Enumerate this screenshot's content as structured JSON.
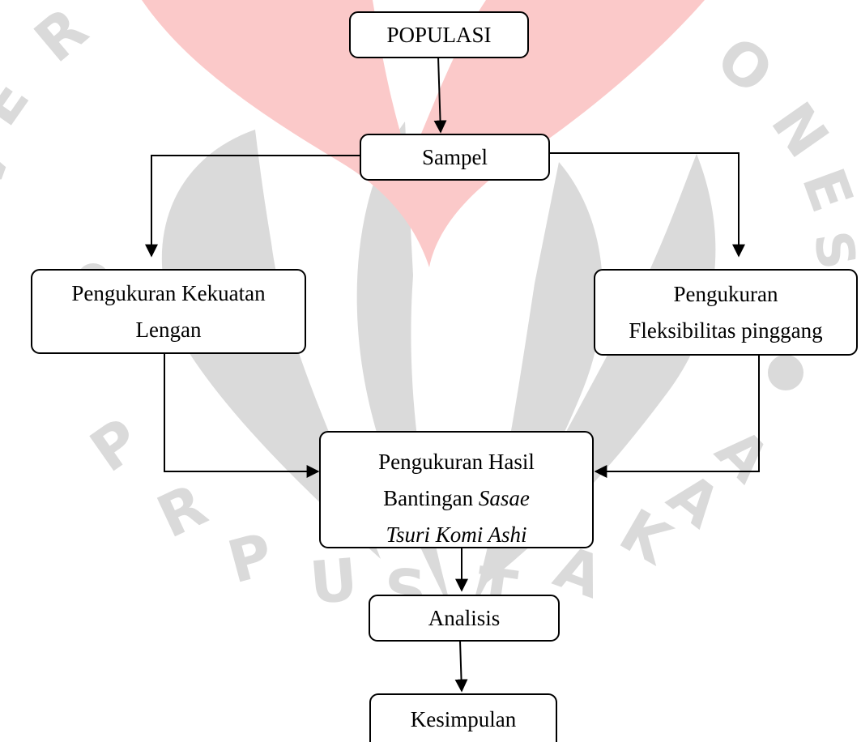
{
  "colors": {
    "box_border": "#000000",
    "arrow": "#000000",
    "watermark_red": "#fbc9c9",
    "watermark_gray": "#dadada"
  },
  "watermark": {
    "text_top": "UNIVERSITAS PENDIDIKAN INDONESIA",
    "text_bottom": "PERPUSTAKAAN",
    "note": "faded university seal behind the diagram"
  },
  "nodes": {
    "populasi": {
      "text": "POPULASI"
    },
    "sampel": {
      "text": "Sampel"
    },
    "kekuatan": {
      "line1": "Pengukuran Kekuatan",
      "line2": "Lengan"
    },
    "fleksibilitas": {
      "line1": "Pengukuran",
      "line2": "Fleksibilitas pinggang"
    },
    "hasil": {
      "line1": "Pengukuran Hasil",
      "line2_plain": "Bantingan ",
      "line2_italic": "Sasae",
      "line3_italic": "Tsuri Komi Ashi"
    },
    "analisis": {
      "text": "Analisis"
    },
    "kesimpulan": {
      "text": "Kesimpulan"
    }
  }
}
